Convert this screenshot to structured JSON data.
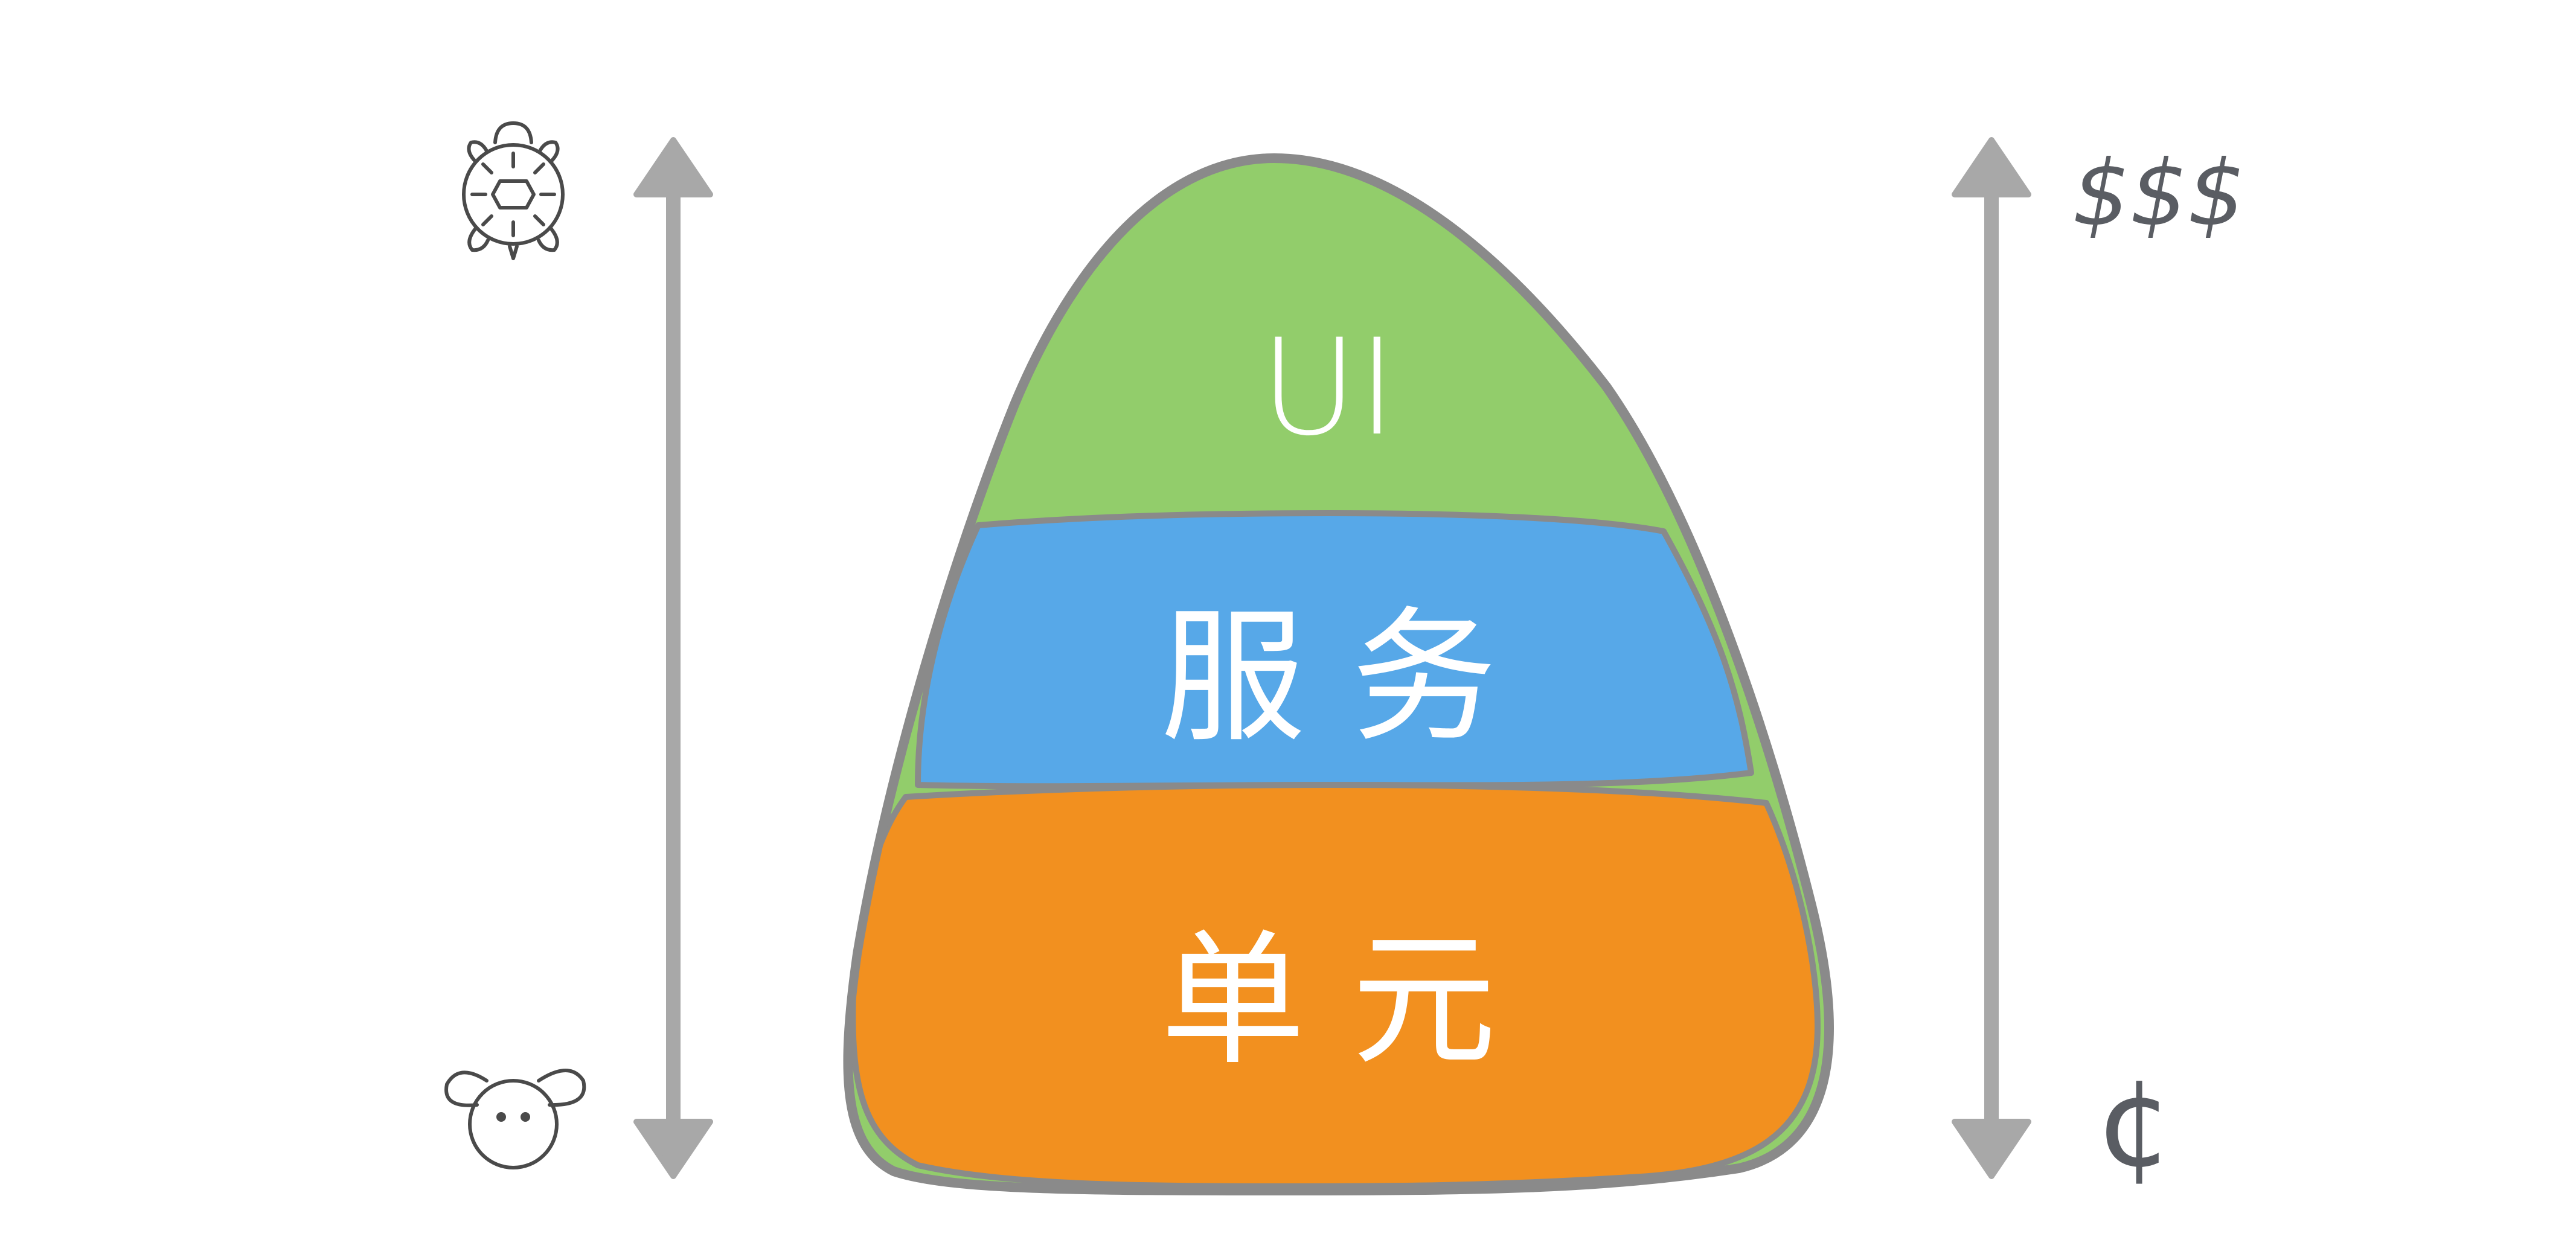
{
  "pyramid": {
    "layers": [
      {
        "id": "ui",
        "label": "UI",
        "color": "#92cd6b"
      },
      {
        "id": "service",
        "label": "服 务",
        "color": "#57a8e8"
      },
      {
        "id": "unit",
        "label": "单 元",
        "color": "#f2901f"
      }
    ],
    "outline_color": "#8a8a8a"
  },
  "speed_axis": {
    "top_icon": "turtle-icon",
    "bottom_icon": "rabbit-icon",
    "arrow_color": "#a8a8a8"
  },
  "cost_axis": {
    "top_label": "$$$",
    "bottom_label": "¢",
    "arrow_color": "#a8a8a8",
    "text_color": "#5a5d63"
  }
}
